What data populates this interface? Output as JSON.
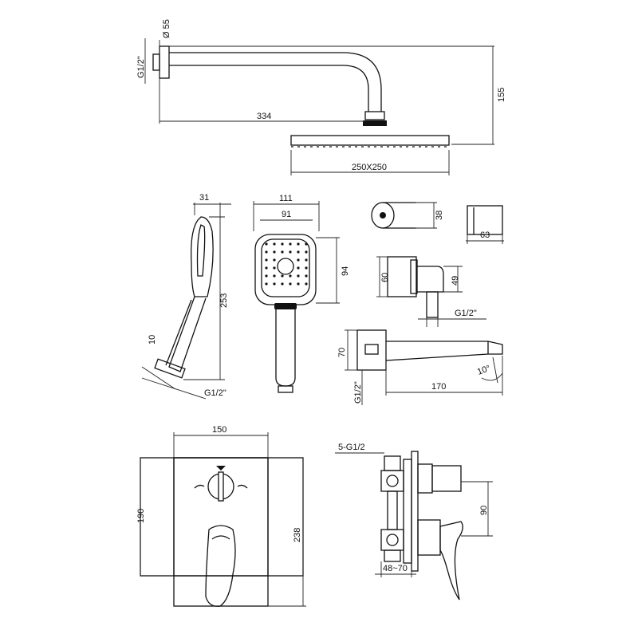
{
  "shower_arm": {
    "dia_label": "Ø 55",
    "thread_label": "G1/2\"",
    "length_label": "334",
    "height_label": "155",
    "head_size_label": "250X250"
  },
  "hand_shower_side": {
    "width_label": "31",
    "length_label": "253",
    "hose_label": "10",
    "thread_label": "G1/2\""
  },
  "hand_shower_front": {
    "outer_width_label": "111",
    "inner_width_label": "91",
    "head_height_label": "94"
  },
  "wall_hook": {
    "height_label": "38",
    "width_label": "63"
  },
  "wall_outlet": {
    "height_label": "60",
    "depth_label": "49",
    "thread_label": "G1/2\""
  },
  "spout": {
    "height_label": "70",
    "length_label": "170",
    "angle_label": "10°",
    "thread_label": "G1/2\""
  },
  "cover_plate": {
    "width_label": "150",
    "height_label": "190",
    "total_height_label": "238"
  },
  "mixer_body": {
    "ports_label": "5-G1/2",
    "offset_label": "90",
    "depth_label": "48~70"
  }
}
